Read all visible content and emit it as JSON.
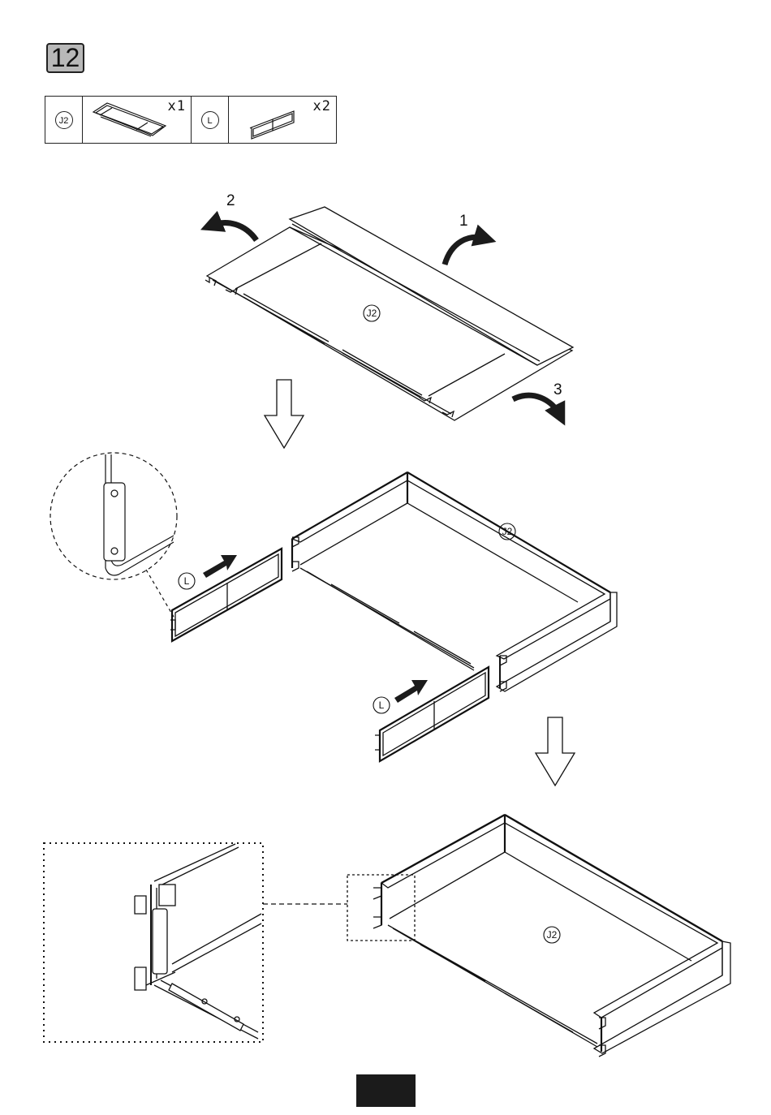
{
  "step_number": "12",
  "parts": [
    {
      "id": "J2",
      "qty": "x1"
    },
    {
      "id": "L",
      "qty": "x2"
    }
  ],
  "rotation_steps": [
    "1",
    "2",
    "3"
  ],
  "labels": {
    "panel_label": "J2",
    "side_label": "L"
  },
  "colors": {
    "line": "#111111",
    "badge_fill": "#b8b8b8",
    "arrow_fill": "#1b1b1b"
  }
}
